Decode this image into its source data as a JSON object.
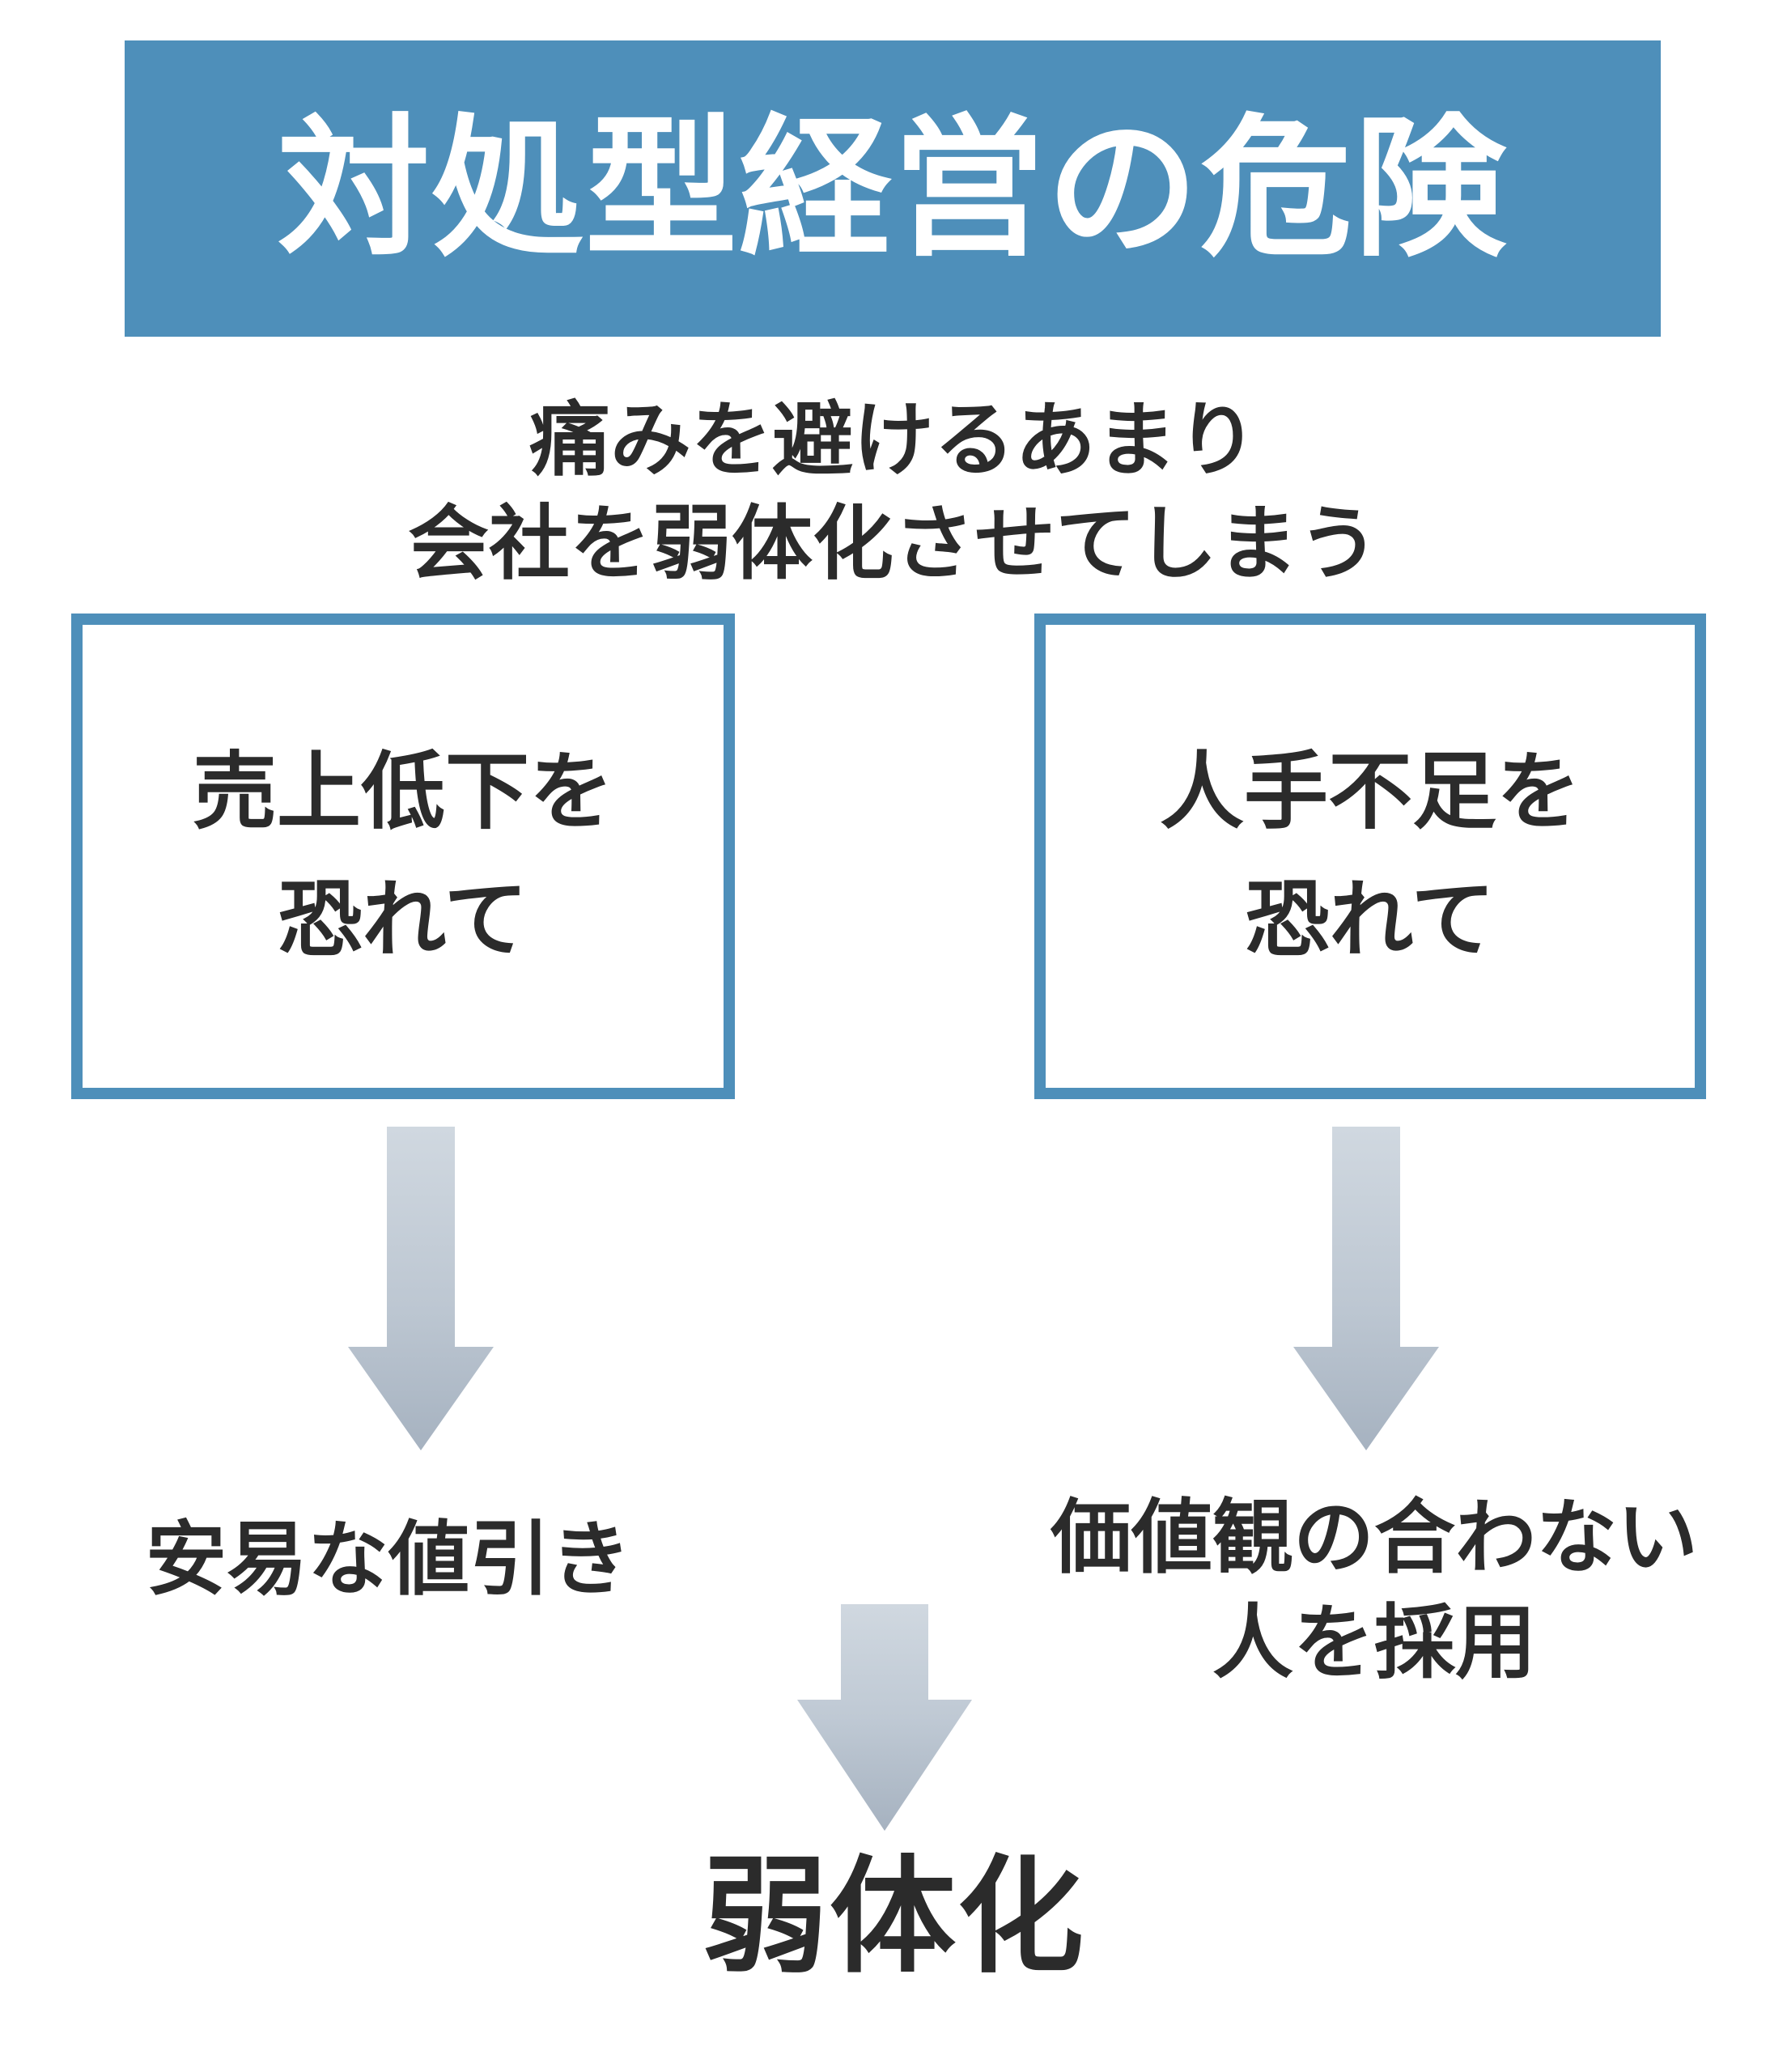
{
  "colors": {
    "banner_blue": "#4e8fba",
    "box_border_blue": "#4e8fba",
    "text_dark": "#2b2b2b",
    "arrow_light": "#ccd4dd",
    "arrow_dark": "#a6b2c0",
    "background": "#ffffff"
  },
  "header": {
    "title": "対処型経営の危険"
  },
  "subtitle": {
    "line1": "痛みを避けるあまり",
    "line2": "会社を弱体化させてしまう"
  },
  "boxes": [
    {
      "id": "sales-decline-fear",
      "line1": "売上低下を",
      "line2": "恐れて"
    },
    {
      "id": "labor-shortage-fear",
      "line1": "人手不足を",
      "line2": "恐れて"
    }
  ],
  "results": [
    {
      "id": "easy-discount",
      "line1": "安易な値引き",
      "line2": ""
    },
    {
      "id": "mismatched-hiring",
      "line1": "価値観の合わない",
      "line2": "人を採用"
    }
  ],
  "outcome": {
    "label": "弱体化"
  },
  "arrows": [
    {
      "id": "arrow-from-sales-box",
      "direction": "down"
    },
    {
      "id": "arrow-from-labor-box",
      "direction": "down"
    },
    {
      "id": "arrow-to-outcome",
      "direction": "down"
    }
  ]
}
